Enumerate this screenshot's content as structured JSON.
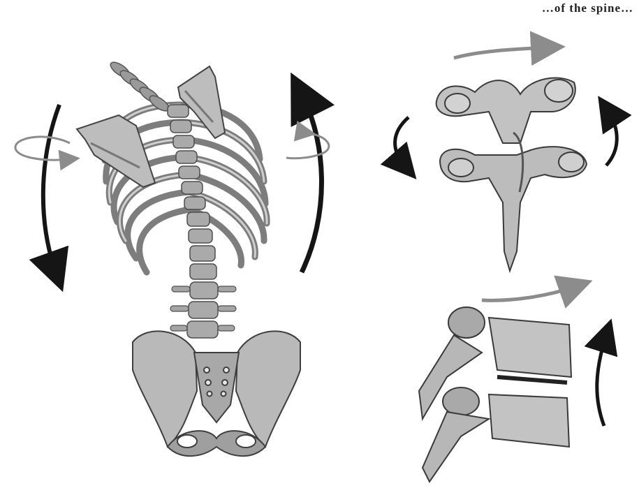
{
  "caption_text": "…of the spine…",
  "colors": {
    "bone_fill": "#b8b8b8",
    "bone_shadow": "#6e6e6e",
    "bone_highlight": "#e6e6e6",
    "arrow_dark": "#151515",
    "arrow_grey": "#8c8c8c",
    "background": "#ffffff"
  },
  "panels": [
    {
      "name": "full-skeleton",
      "subject": "thoracic-cage-and-spine-with-pelvis"
    },
    {
      "name": "vertebrae-front",
      "subject": "two-vertebrae-posterior-view"
    },
    {
      "name": "vertebrae-side",
      "subject": "two-vertebrae-lateral-view"
    }
  ]
}
